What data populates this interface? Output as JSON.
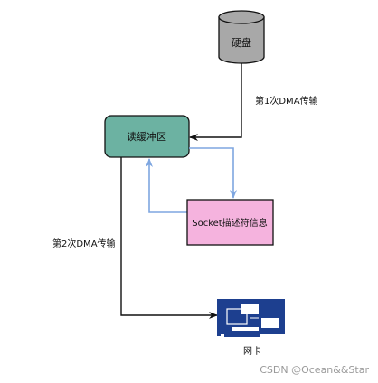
{
  "nodes": {
    "disk": "硬盘",
    "read_buffer": "读缓冲区",
    "socket_info": "Socket描述符信息",
    "nic": "网卡"
  },
  "edges": {
    "dma1": "第1次DMA传输",
    "dma2": "第2次DMA传输"
  },
  "watermark": "CSDN @Ocean&&Star",
  "colors": {
    "buffer_fill": "#6cb2a2",
    "socket_fill": "#f5b3de",
    "disk_fill": "#a8a8a8",
    "nic_fill": "#1d3f8f",
    "blue_arrow": "#7ea6e0"
  }
}
